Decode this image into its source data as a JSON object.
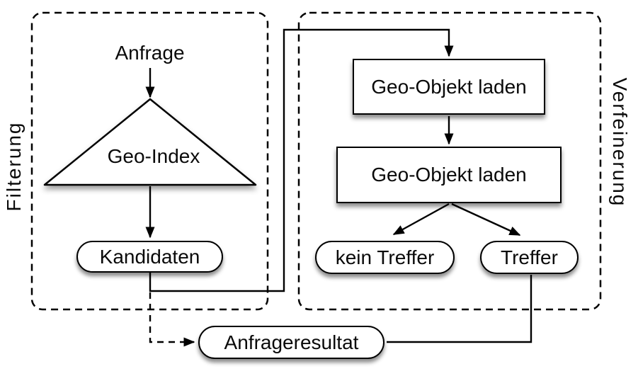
{
  "diagram": {
    "regions": {
      "left": "Filterung",
      "right": "Verfeinerung"
    },
    "nodes": {
      "anfrage": "Anfrage",
      "geo_index": "Geo-Index",
      "kandidaten": "Kandidaten",
      "load_1": "Geo-Objekt laden",
      "load_2": "Geo-Objekt laden",
      "kein_treffer": "kein Treffer",
      "treffer": "Treffer",
      "anfrageresultat": "Anfrageresultat"
    },
    "colors": {
      "line": "#000000",
      "shape_fill": "#ffffff",
      "background": "#ffffff"
    }
  }
}
